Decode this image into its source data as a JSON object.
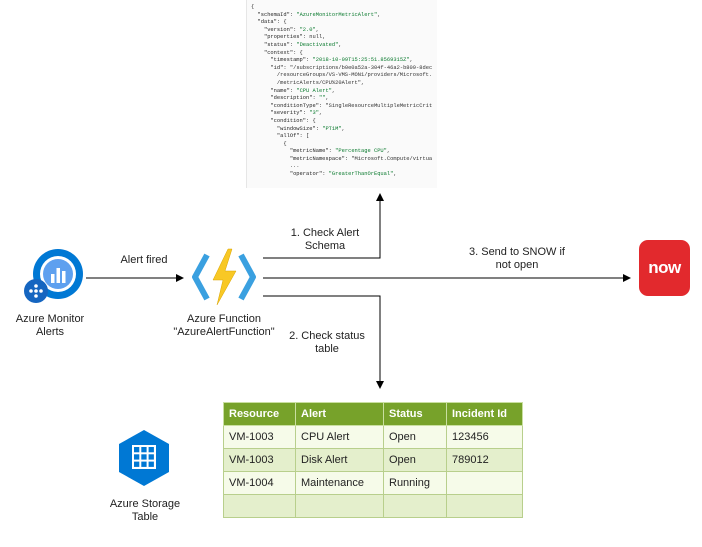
{
  "json_snippet": [
    "{",
    "  \"schemaId\": \"AzureMonitorMetricAlert\",",
    "  \"data\": {",
    "    \"version\": \"2.0\",",
    "    \"properties\": null,",
    "    \"status\": \"Deactivated\",",
    "    \"context\": {",
    "      \"timestamp\": \"2018-10-09T15:25:51.8569315Z\",",
    "      \"id\": \"/subscriptions/b0e0a52a-304f-46a2-b809-8dec",
    "        /resourceGroups/VS-VMS-MON1/providers/Microsoft.",
    "        /metricAlerts/CPU%20Alert\",",
    "      \"name\": \"CPU Alert\",",
    "      \"description\": \"\",",
    "      \"conditionType\": \"SingleResourceMultipleMetricCrit",
    "      \"severity\": \"3\",",
    "      \"condition\": {",
    "        \"windowSize\": \"PT1M\",",
    "        \"allOf\": [",
    "          {",
    "            \"metricName\": \"Percentage CPU\",",
    "            \"metricNamespace\": \"Microsoft.Compute/virtua",
    "            ...",
    "            \"operator\": \"GreaterThanOrEqual\","
  ],
  "nodes": {
    "azure_monitor": [
      "Azure Monitor",
      "Alerts"
    ],
    "azure_function": [
      "Azure Function",
      "\"AzureAlertFunction\""
    ],
    "storage_table": [
      "Azure Storage",
      "Table"
    ],
    "snow_logo_text": "now"
  },
  "edges": {
    "alert_fired": "Alert fired",
    "check_schema": [
      "1. Check Alert",
      "Schema"
    ],
    "check_status": [
      "2. Check status",
      "table"
    ],
    "send_snow": [
      "3. Send to SNOW if",
      "not open"
    ]
  },
  "table": {
    "headers": [
      "Resource",
      "Alert",
      "Status",
      "Incident Id"
    ],
    "rows": [
      [
        "VM-1003",
        "CPU Alert",
        "Open",
        "123456"
      ],
      [
        "VM-1003",
        "Disk Alert",
        "Open",
        "789012"
      ],
      [
        "VM-1004",
        "Maintenance",
        "Running",
        ""
      ],
      [
        "",
        "",
        "",
        ""
      ]
    ]
  },
  "colors": {
    "azure_blue": "#0078d4",
    "function_yellow": "#f8c825",
    "table_header": "#77a22a",
    "servicenow_red": "#e2292d"
  }
}
